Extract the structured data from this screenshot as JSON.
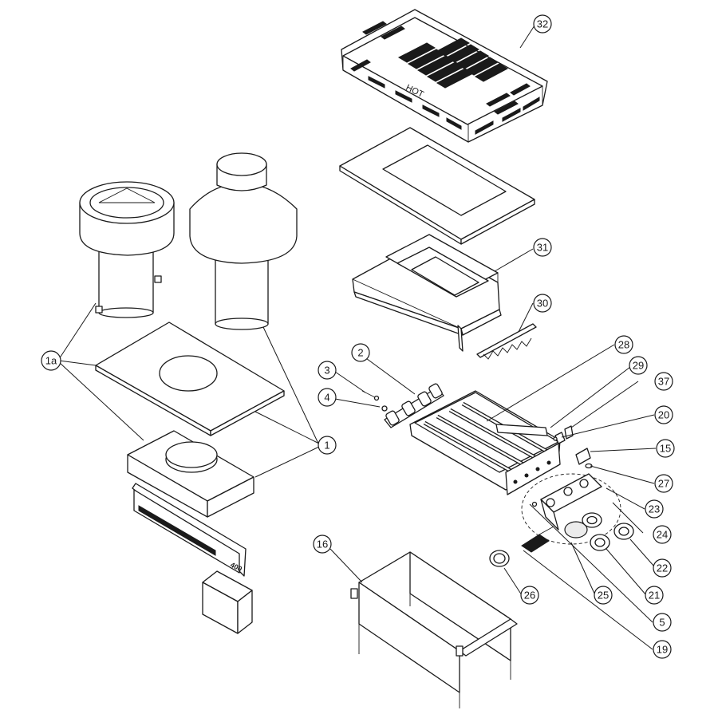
{
  "diagram": {
    "printed_text": {
      "hot_label": "HOT",
      "model_label": "400"
    },
    "callouts": [
      "32",
      "31",
      "30",
      "28",
      "29",
      "37",
      "20",
      "15",
      "27",
      "23",
      "24",
      "22",
      "21",
      "2",
      "3",
      "4",
      "1a",
      "1",
      "16",
      "26",
      "25",
      "5",
      "19"
    ]
  }
}
